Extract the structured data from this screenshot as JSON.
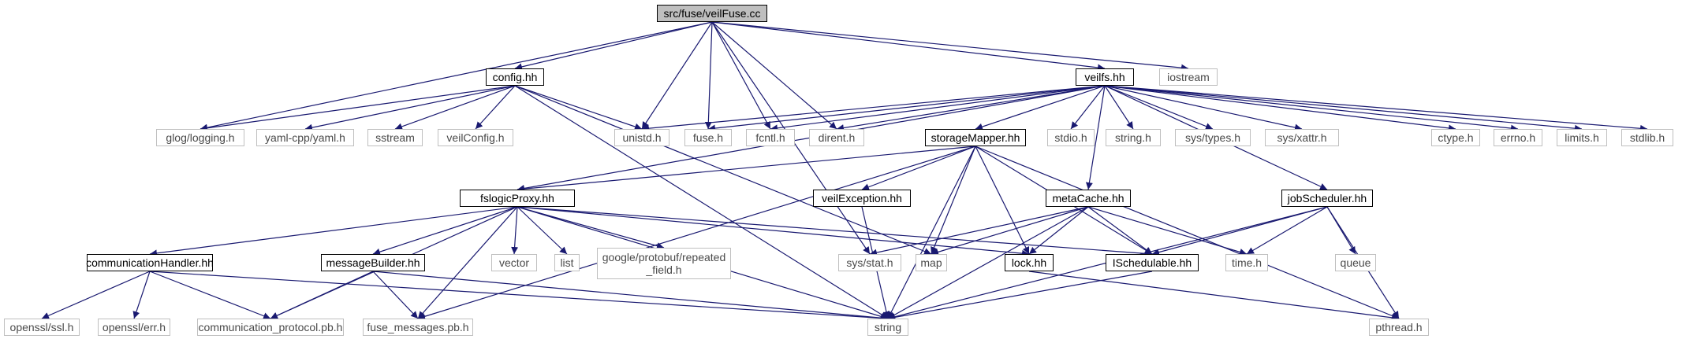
{
  "graph": {
    "nodes": {
      "root": "src/fuse/veilFuse.cc",
      "config": "config.hh",
      "veilfs": "veilfs.hh",
      "iostream": "iostream",
      "glog": "glog/logging.h",
      "yaml": "yaml-cpp/yaml.h",
      "sstream": "sstream",
      "veilConfig": "veilConfig.h",
      "unistd": "unistd.h",
      "fuse": "fuse.h",
      "fcntl": "fcntl.h",
      "dirent": "dirent.h",
      "storageMapper": "storageMapper.hh",
      "stdio": "stdio.h",
      "string_h": "string.h",
      "systypes": "sys/types.h",
      "sysxattr": "sys/xattr.h",
      "ctype": "ctype.h",
      "errno": "errno.h",
      "limits": "limits.h",
      "stdlib": "stdlib.h",
      "fslogicProxy": "fslogicProxy.hh",
      "veilException": "veilException.hh",
      "metaCache": "metaCache.hh",
      "jobScheduler": "jobScheduler.hh",
      "vector": "vector",
      "list": "list",
      "protobuf": "google/protobuf/repeated\n_field.h",
      "sysstat": "sys/stat.h",
      "map": "map",
      "lock": "lock.hh",
      "ischedulable": "ISchedulable.hh",
      "time": "time.h",
      "queue": "queue",
      "commHandler": "communicationHandler.hh",
      "msgBuilder": "messageBuilder.hh",
      "opensslssl": "openssl/ssl.h",
      "opensslerr": "openssl/err.h",
      "commProto": "communication_protocol.pb.h",
      "fuseMsgs": "fuse_messages.pb.h",
      "string": "string",
      "pthread": "pthread.h"
    },
    "colors": {
      "edge": "#191970",
      "local_border": "#000000",
      "system_border": "#bfbfbf",
      "root_fill": "#bfbfbf"
    },
    "edges": [
      [
        "root",
        "config"
      ],
      [
        "root",
        "veilfs"
      ],
      [
        "root",
        "iostream"
      ],
      [
        "root",
        "glog"
      ],
      [
        "root",
        "unistd"
      ],
      [
        "root",
        "fuse"
      ],
      [
        "root",
        "fcntl"
      ],
      [
        "root",
        "dirent"
      ],
      [
        "root",
        "sysstat"
      ],
      [
        "config",
        "glog"
      ],
      [
        "config",
        "yaml"
      ],
      [
        "config",
        "sstream"
      ],
      [
        "config",
        "veilConfig"
      ],
      [
        "config",
        "unistd"
      ],
      [
        "config",
        "string"
      ],
      [
        "config",
        "map"
      ],
      [
        "veilfs",
        "unistd"
      ],
      [
        "veilfs",
        "fuse"
      ],
      [
        "veilfs",
        "fcntl"
      ],
      [
        "veilfs",
        "dirent"
      ],
      [
        "veilfs",
        "storageMapper"
      ],
      [
        "veilfs",
        "stdio"
      ],
      [
        "veilfs",
        "string_h"
      ],
      [
        "veilfs",
        "systypes"
      ],
      [
        "veilfs",
        "sysxattr"
      ],
      [
        "veilfs",
        "ctype"
      ],
      [
        "veilfs",
        "errno"
      ],
      [
        "veilfs",
        "limits"
      ],
      [
        "veilfs",
        "stdlib"
      ],
      [
        "veilfs",
        "fslogicProxy"
      ],
      [
        "veilfs",
        "metaCache"
      ],
      [
        "veilfs",
        "jobScheduler"
      ],
      [
        "storageMapper",
        "fslogicProxy"
      ],
      [
        "storageMapper",
        "veilException"
      ],
      [
        "storageMapper",
        "map"
      ],
      [
        "storageMapper",
        "lock"
      ],
      [
        "storageMapper",
        "ischedulable"
      ],
      [
        "storageMapper",
        "string"
      ],
      [
        "storageMapper",
        "fuseMsgs"
      ],
      [
        "storageMapper",
        "pthread"
      ],
      [
        "fslogicProxy",
        "commHandler"
      ],
      [
        "fslogicProxy",
        "msgBuilder"
      ],
      [
        "fslogicProxy",
        "vector"
      ],
      [
        "fslogicProxy",
        "list"
      ],
      [
        "fslogicProxy",
        "protobuf"
      ],
      [
        "fslogicProxy",
        "lock"
      ],
      [
        "fslogicProxy",
        "ischedulable"
      ],
      [
        "fslogicProxy",
        "commProto"
      ],
      [
        "fslogicProxy",
        "fuseMsgs"
      ],
      [
        "fslogicProxy",
        "string"
      ],
      [
        "veilException",
        "string"
      ],
      [
        "metaCache",
        "sysstat"
      ],
      [
        "metaCache",
        "map"
      ],
      [
        "metaCache",
        "lock"
      ],
      [
        "metaCache",
        "ischedulable"
      ],
      [
        "metaCache",
        "time"
      ],
      [
        "metaCache",
        "string"
      ],
      [
        "jobScheduler",
        "ischedulable"
      ],
      [
        "jobScheduler",
        "time"
      ],
      [
        "jobScheduler",
        "queue"
      ],
      [
        "jobScheduler",
        "pthread"
      ],
      [
        "jobScheduler",
        "string"
      ],
      [
        "commHandler",
        "opensslssl"
      ],
      [
        "commHandler",
        "opensslerr"
      ],
      [
        "commHandler",
        "commProto"
      ],
      [
        "commHandler",
        "string"
      ],
      [
        "msgBuilder",
        "commProto"
      ],
      [
        "msgBuilder",
        "fuseMsgs"
      ],
      [
        "msgBuilder",
        "string"
      ],
      [
        "lock",
        "pthread"
      ],
      [
        "ischedulable",
        "string"
      ]
    ]
  }
}
